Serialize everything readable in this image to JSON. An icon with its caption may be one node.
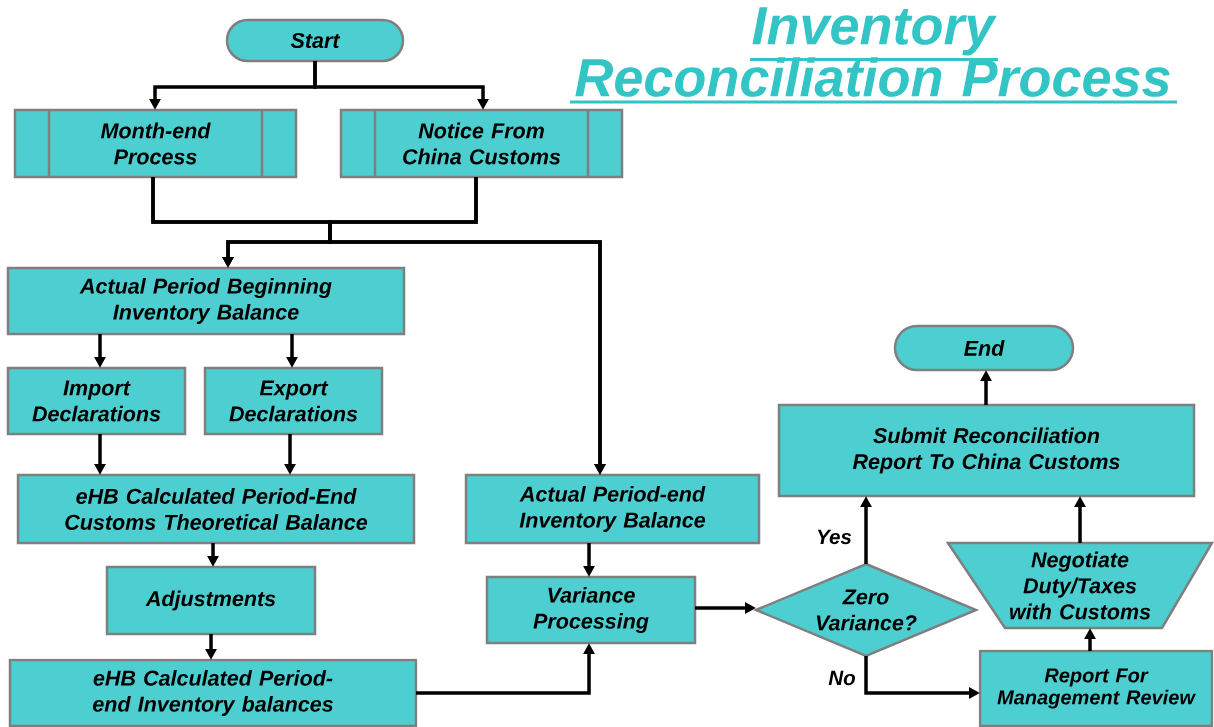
{
  "diagram": {
    "title": "Inventory Reconciliation Process",
    "nodes": [
      {
        "text": [
          "Start"
        ]
      },
      {
        "text": [
          "Month-end Process"
        ]
      },
      {
        "text": [
          "Notice From China Customs"
        ]
      },
      {
        "text": [
          "Actual Period Beginning Inventory Balance"
        ]
      },
      {
        "text": [
          "Import Declarations"
        ]
      },
      {
        "text": [
          "Export Declarations"
        ]
      },
      {
        "text": [
          "eHB Calculated Period-End Customs Theoretical Balance"
        ]
      },
      {
        "text": [
          "Adjustments"
        ]
      },
      {
        "text": [
          "eHB Calculated Period-end Inventory balances"
        ]
      },
      {
        "text": [
          "Actual Period-end Inventory Balance"
        ]
      },
      {
        "text": [
          "Variance Processing"
        ]
      },
      {
        "text": [
          "Zero Variance?"
        ]
      },
      {
        "text": [
          "Submit Reconciliation Report To China Customs"
        ]
      },
      {
        "text": [
          "End"
        ]
      },
      {
        "text": [
          "Negotiate Duty/Taxes with Customs"
        ]
      },
      {
        "text": [
          "Report For Management Review"
        ]
      }
    ],
    "edges": [
      {
        "from": 0,
        "to": 1,
        "arrow": "to"
      },
      {
        "from": 0,
        "to": 2,
        "arrow": "to"
      },
      {
        "from": 1,
        "to": 3,
        "arrow": "to"
      },
      {
        "from": 2,
        "to": 3,
        "arrow": "to"
      },
      {
        "from": 1,
        "to": 9,
        "arrow": "to"
      },
      {
        "from": 2,
        "to": 9,
        "arrow": "to"
      },
      {
        "from": 3,
        "to": 4,
        "arrow": "to"
      },
      {
        "from": 3,
        "to": 5,
        "arrow": "to"
      },
      {
        "from": 4,
        "to": 6,
        "arrow": "to"
      },
      {
        "from": 5,
        "to": 6,
        "arrow": "to"
      },
      {
        "from": 6,
        "to": 7,
        "arrow": "to"
      },
      {
        "from": 7,
        "to": 8,
        "arrow": "to"
      },
      {
        "from": 8,
        "to": 10,
        "arrow": "to"
      },
      {
        "from": 9,
        "to": 10,
        "arrow": "to"
      },
      {
        "from": 10,
        "to": 11,
        "arrow": "to"
      },
      {
        "from": 11,
        "to": 12,
        "arrow": "to",
        "label": "Yes"
      },
      {
        "from": 11,
        "to": 15,
        "arrow": "to",
        "label": "No"
      },
      {
        "from": 15,
        "to": 14,
        "arrow": "to"
      },
      {
        "from": 14,
        "to": 12,
        "arrow": "to"
      },
      {
        "from": 12,
        "to": 13,
        "arrow": "to"
      }
    ]
  }
}
